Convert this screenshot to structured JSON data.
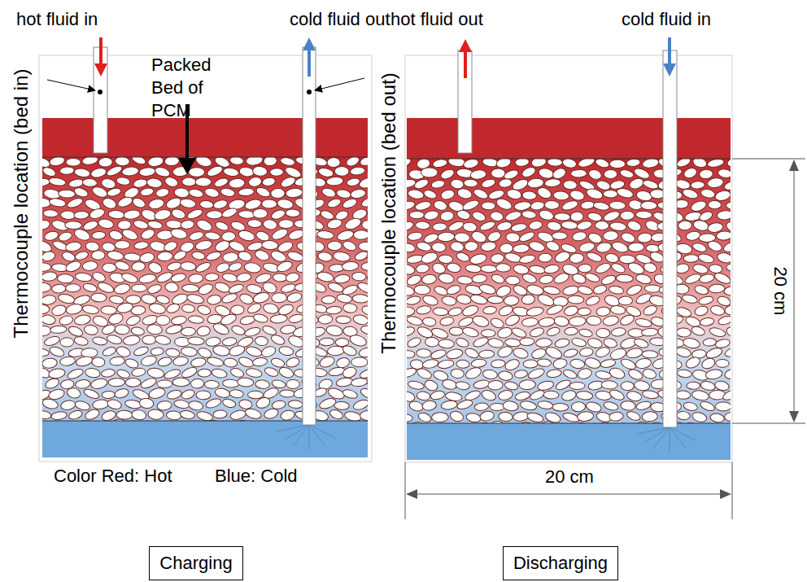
{
  "diagram": {
    "nodes": [
      {
        "text": [
          "Charging"
        ]
      },
      {
        "text": [
          "Discharging"
        ]
      }
    ],
    "labels": [
      "hot fluid in",
      "cold fluid out",
      "hot fluid out",
      "cold fluid in",
      "Packed Bed of PCM",
      "Thermocouple location (bed in)",
      "Thermocouple location (bed out)",
      "Color Red: Hot",
      "Blue: Cold",
      "20 cm",
      "20 cm"
    ]
  }
}
